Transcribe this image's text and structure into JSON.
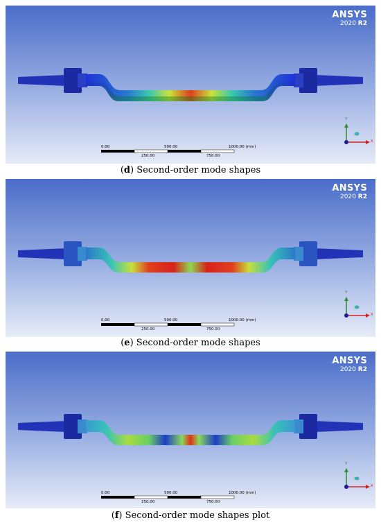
{
  "brand": {
    "logo": "ANSYS",
    "version": "2020",
    "release": "R2"
  },
  "scale_bar": {
    "top_labels": [
      "0.00",
      "500.00",
      "1000.00 (mm)"
    ],
    "bottom_labels": [
      "250.00",
      "750.00"
    ]
  },
  "triad": {
    "y_label": "Y",
    "x_label": "X"
  },
  "panels": [
    {
      "id": "d",
      "letter": "d",
      "caption": " Second-order mode shapes"
    },
    {
      "id": "e",
      "letter": "e",
      "caption": " Second-order mode shapes"
    },
    {
      "id": "f",
      "letter": "f",
      "caption": " Second-order mode shapes plot"
    }
  ],
  "colors": {
    "bg_top": "#4a6dc9",
    "bg_bottom": "#e3e8f6",
    "triad_y": "#2e8b2e",
    "triad_x": "#cc2222",
    "triad_z": "#1a1a9a"
  }
}
